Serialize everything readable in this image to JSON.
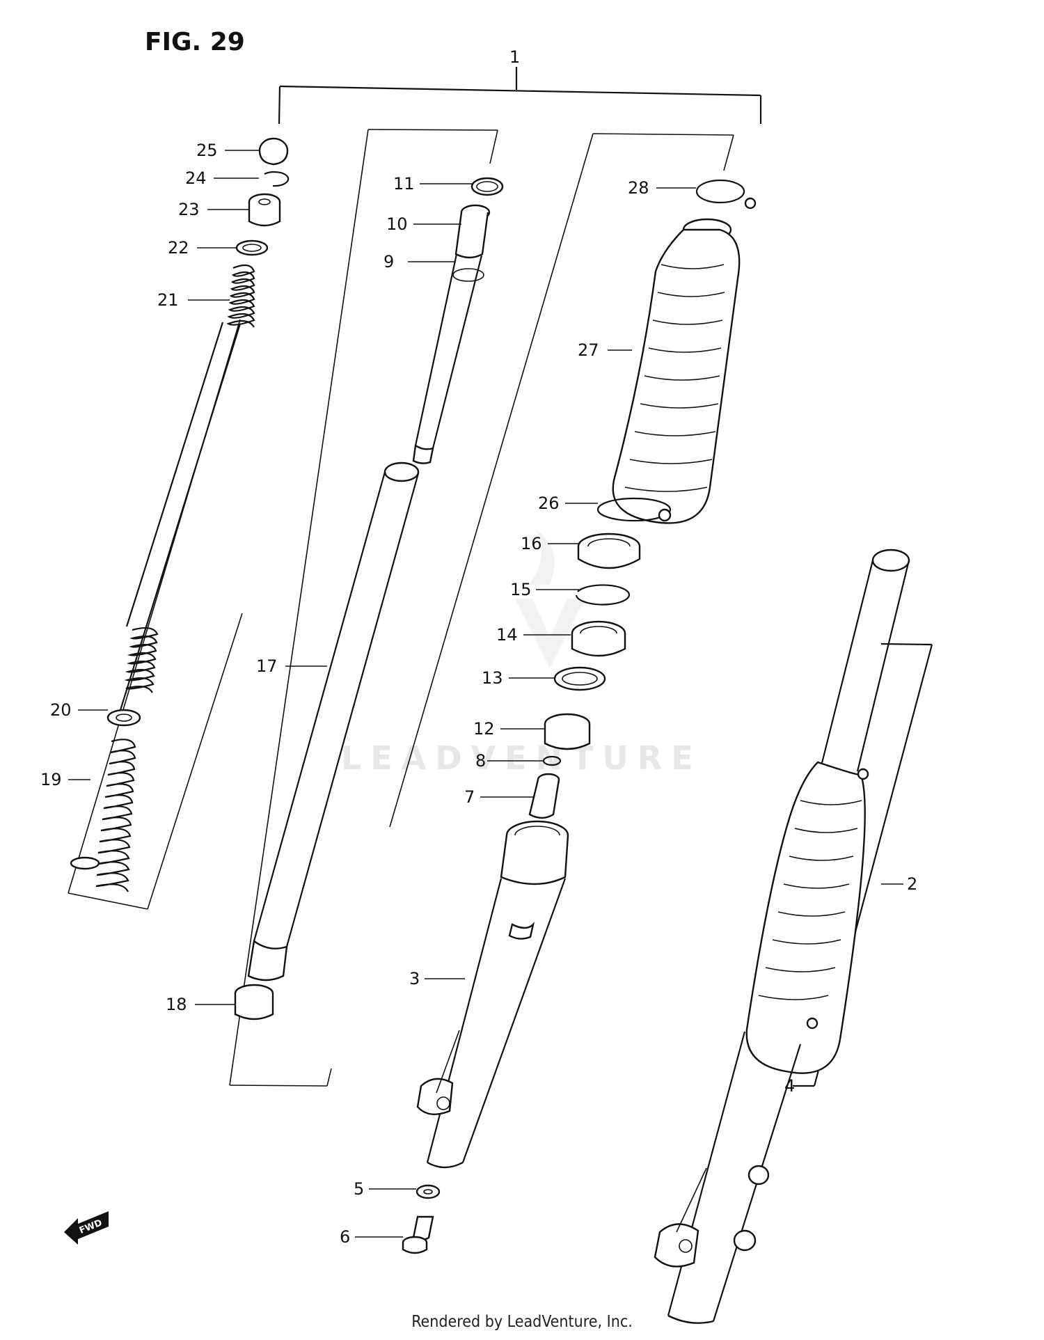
{
  "figure": {
    "title": "FIG. 29",
    "credit": "Rendered by LeadVenture, Inc.",
    "watermark": "LEADVENTURE"
  },
  "callouts": [
    {
      "id": "1",
      "label": "1"
    },
    {
      "id": "2",
      "label": "2"
    },
    {
      "id": "3",
      "label": "3"
    },
    {
      "id": "4",
      "label": "4"
    },
    {
      "id": "5",
      "label": "5"
    },
    {
      "id": "6",
      "label": "6"
    },
    {
      "id": "7",
      "label": "7"
    },
    {
      "id": "8",
      "label": "8"
    },
    {
      "id": "9",
      "label": "9"
    },
    {
      "id": "10",
      "label": "10"
    },
    {
      "id": "11",
      "label": "11"
    },
    {
      "id": "12",
      "label": "12"
    },
    {
      "id": "13",
      "label": "13"
    },
    {
      "id": "14",
      "label": "14"
    },
    {
      "id": "15",
      "label": "15"
    },
    {
      "id": "16",
      "label": "16"
    },
    {
      "id": "17",
      "label": "17"
    },
    {
      "id": "18",
      "label": "18"
    },
    {
      "id": "19",
      "label": "19"
    },
    {
      "id": "20",
      "label": "20"
    },
    {
      "id": "21",
      "label": "21"
    },
    {
      "id": "22",
      "label": "22"
    },
    {
      "id": "23",
      "label": "23"
    },
    {
      "id": "24",
      "label": "24"
    },
    {
      "id": "25",
      "label": "25"
    },
    {
      "id": "26",
      "label": "26"
    },
    {
      "id": "27",
      "label": "27"
    },
    {
      "id": "28",
      "label": "28"
    }
  ],
  "fwd_arrow": {
    "label": "FWD"
  }
}
